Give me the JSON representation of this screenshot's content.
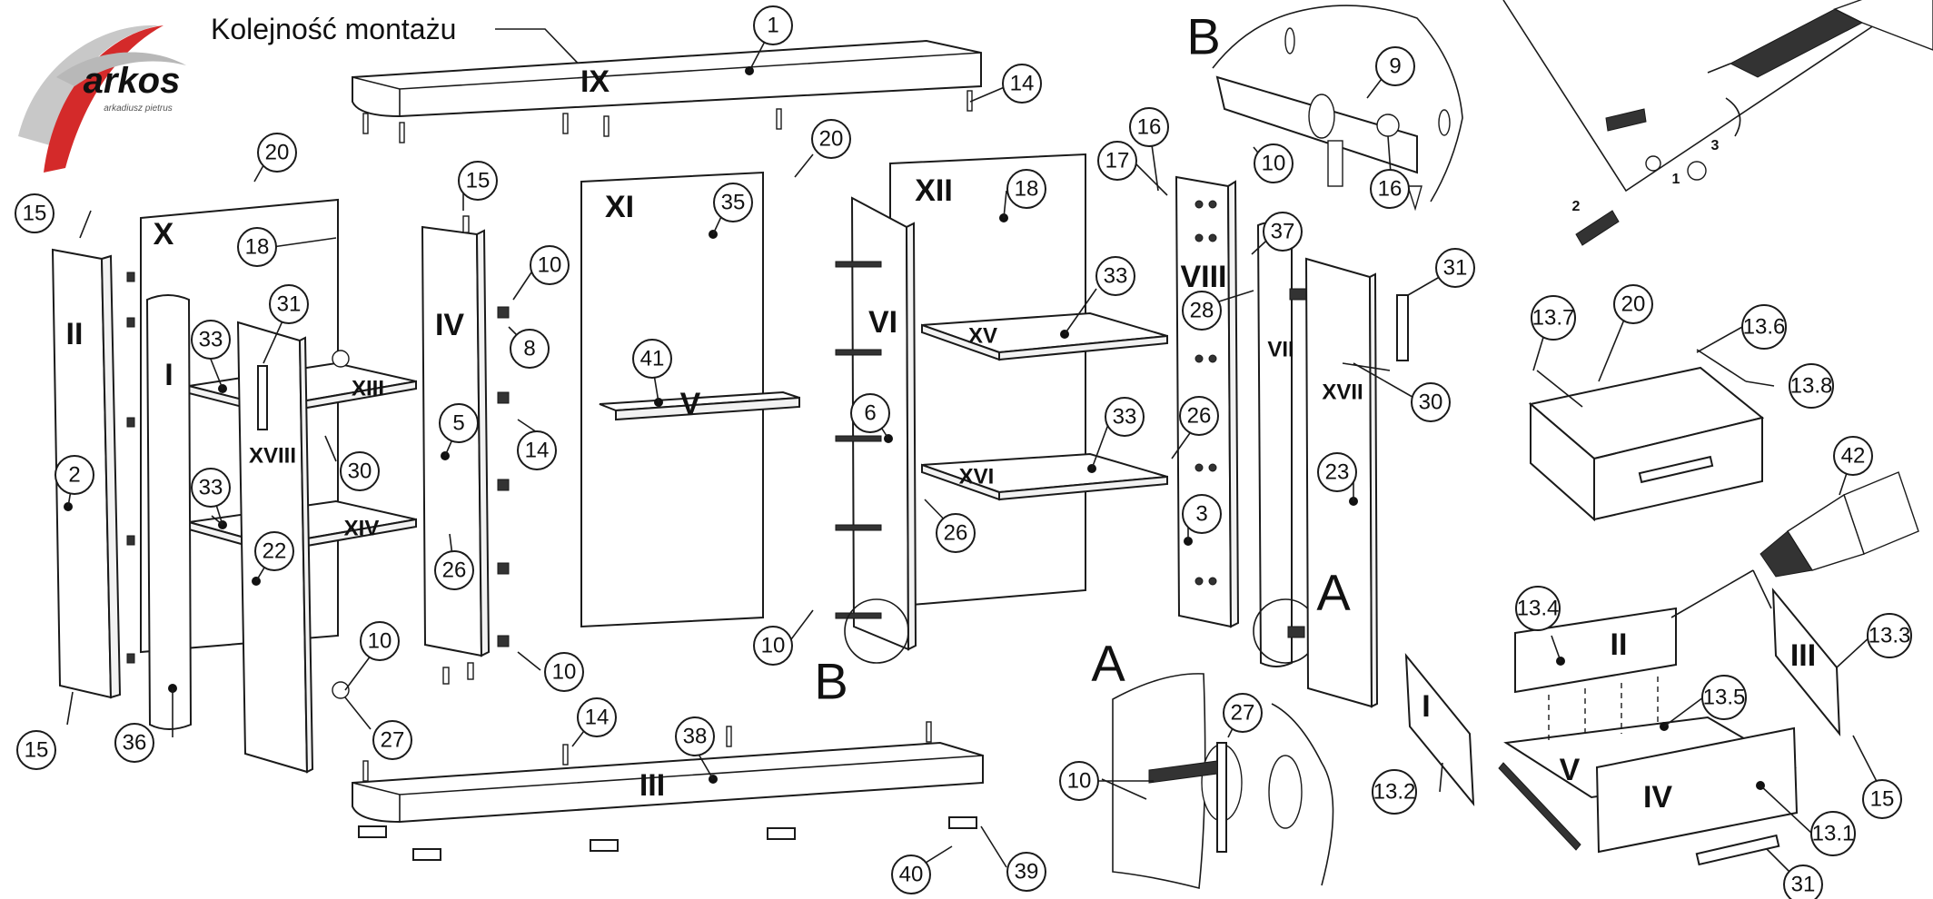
{
  "logo": {
    "brand": "arkos",
    "tagline": "arkadiusz pietrus",
    "accent": "#d42a2a",
    "swoosh_gray": "#b8b8b8"
  },
  "title": "Kolejność montażu",
  "view_labels": {
    "detail_b_top": "B",
    "detail_b_bottom": "B",
    "detail_a_right": "A",
    "detail_a_bottom": "A"
  },
  "parts": {
    "top": "IX",
    "back_left": "X",
    "back_mid": "XI",
    "back_right": "XII",
    "side_left": "II",
    "door_left": "I",
    "side_mid": "IV",
    "panel_right": "VI",
    "upright": "VIII",
    "upright_front": "VII",
    "door_right": "XVII",
    "door_xviii": "XVIII",
    "shelf_13": "XIII",
    "shelf_14": "XIV",
    "shelf_15": "XV",
    "shelf_16": "XVI",
    "rail": "V",
    "bottom": "III",
    "drawer_front": "IV",
    "drawer_back": "II",
    "drawer_side_left": "I",
    "drawer_side_right": "III",
    "drawer_bottom": "V"
  },
  "callouts": {
    "c1": "1",
    "c14a": "14",
    "c20a": "20",
    "c15a": "15",
    "c18a": "18",
    "c15b": "15",
    "c10a": "10",
    "c8": "8",
    "c20b": "20",
    "c35": "35",
    "c18b": "18",
    "c33a": "33",
    "c31a": "31",
    "c33b": "33",
    "c41": "41",
    "c5": "5",
    "c14b": "14",
    "c30a": "30",
    "c2": "2",
    "c33c": "33",
    "c33d": "33",
    "c22": "22",
    "c26a": "26",
    "c6": "6",
    "c26b": "26",
    "c26c": "26",
    "c10b": "10",
    "c10c": "10",
    "c15c": "15",
    "c36": "36",
    "c27a": "27",
    "c14c": "14",
    "c38": "38",
    "c40": "40",
    "c39": "39",
    "c10d": "10",
    "c9": "9",
    "c10e": "10",
    "c16a": "16",
    "c16b": "16",
    "c17": "17",
    "c37": "37",
    "c28": "28",
    "c31b": "31",
    "c30b": "30",
    "c3": "3",
    "c23": "23",
    "c27b": "27",
    "c10f": "10",
    "c13_7": "13.7",
    "c20c": "20",
    "c13_6": "13.6",
    "c13_8": "13.8",
    "c42": "42",
    "c13_4": "13.4",
    "c13_5": "13.5",
    "c13_3": "13.3",
    "c13_2": "13.2",
    "c13_1": "13.1",
    "c15d": "15",
    "c31c": "31"
  },
  "step_numbers": {
    "s1": "1",
    "s2": "2",
    "s3": "3"
  }
}
